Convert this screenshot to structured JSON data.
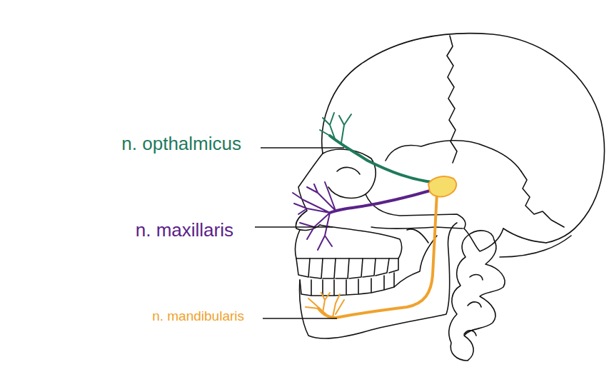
{
  "diagram": {
    "labels": [
      "n. opthalmicus",
      "n. maxillaris",
      "n. mandibularis"
    ]
  }
}
